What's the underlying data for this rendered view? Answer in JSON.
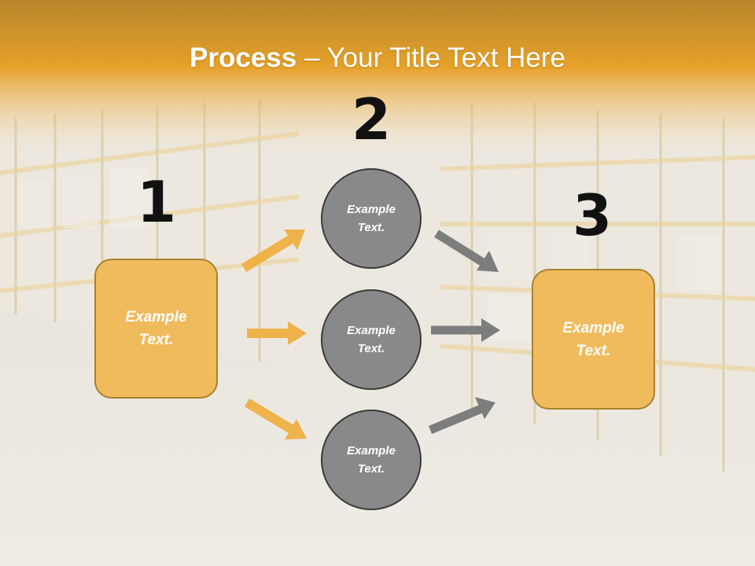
{
  "slide": {
    "title_bold": "Process",
    "title_rest": " – Your Title Text Here"
  },
  "steps": [
    {
      "number": "1",
      "text": "Example Text."
    },
    {
      "number": "2",
      "text": "Example Text."
    },
    {
      "number": "3",
      "text": "Example Text."
    }
  ],
  "middle_nodes": [
    {
      "text": "Example Text."
    },
    {
      "text": "Example Text."
    },
    {
      "text": "Example Text."
    }
  ],
  "colors": {
    "header": "#e6a12a",
    "box_fill": "#f0bb5c",
    "box_border": "#a8812f",
    "circle_fill": "#898989",
    "circle_border": "#3a3a3a",
    "arrow_in": "#f0b24a",
    "arrow_out": "#7d7d7d"
  }
}
